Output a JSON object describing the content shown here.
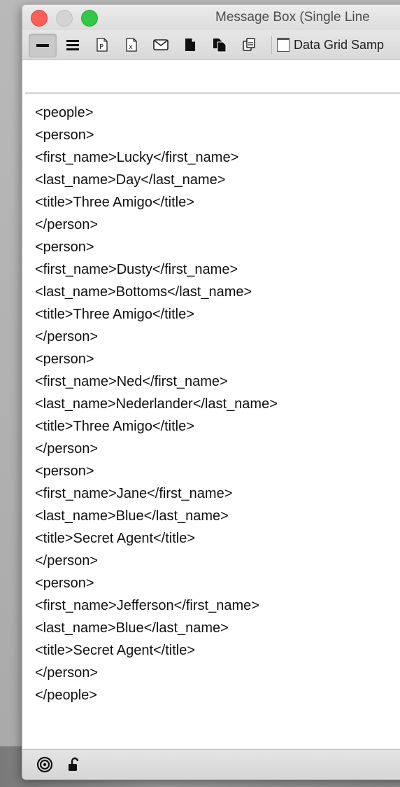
{
  "window": {
    "title": "Message Box (Single Line"
  },
  "toolbar": {
    "buttons": [
      {
        "name": "single-line-icon",
        "active": true
      },
      {
        "name": "multiple-lines-icon",
        "active": false
      },
      {
        "name": "pending-messages-icon",
        "active": false
      },
      {
        "name": "variables-icon",
        "active": false
      },
      {
        "name": "message-icon",
        "active": false
      },
      {
        "name": "document-icon",
        "active": false
      },
      {
        "name": "copy-documents-icon",
        "active": false
      },
      {
        "name": "paste-icon",
        "active": false
      }
    ],
    "data_grid_label": "Data Grid Samp"
  },
  "message_input": {
    "value": ""
  },
  "output": {
    "lines": [
      "<people>",
      "<person>",
      "<first_name>Lucky</first_name>",
      "<last_name>Day</last_name>",
      "<title>Three Amigo</title>",
      "</person>",
      "<person>",
      "<first_name>Dusty</first_name>",
      "<last_name>Bottoms</last_name>",
      "<title>Three Amigo</title>",
      "</person>",
      "<person>",
      "<first_name>Ned</first_name>",
      "<last_name>Nederlander</last_name>",
      "<title>Three Amigo</title>",
      "</person>",
      "<person>",
      "<first_name>Jane</first_name>",
      "<last_name>Blue</last_name>",
      "<title>Secret Agent</title>",
      "</person>",
      "<person>",
      "<first_name>Jefferson</first_name>",
      "<last_name>Blue</last_name>",
      "<title>Secret Agent</title>",
      "</person>",
      "</people>"
    ]
  },
  "statusbar": {
    "icons": [
      "target-icon",
      "unlock-icon"
    ]
  }
}
